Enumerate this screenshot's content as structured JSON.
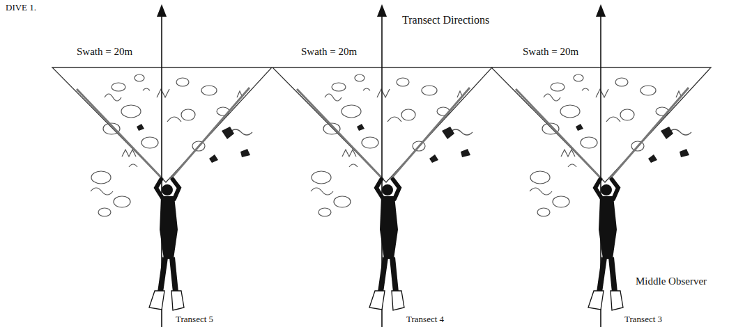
{
  "diagram": {
    "title": "DIVE 1.",
    "labels": [
      "Transect Directions",
      "Swath = 20m",
      "Swath = 20m",
      "Swath = 20m",
      "Middle Observer",
      "Transect 5",
      "Transect 4",
      "Transect 3"
    ]
  }
}
